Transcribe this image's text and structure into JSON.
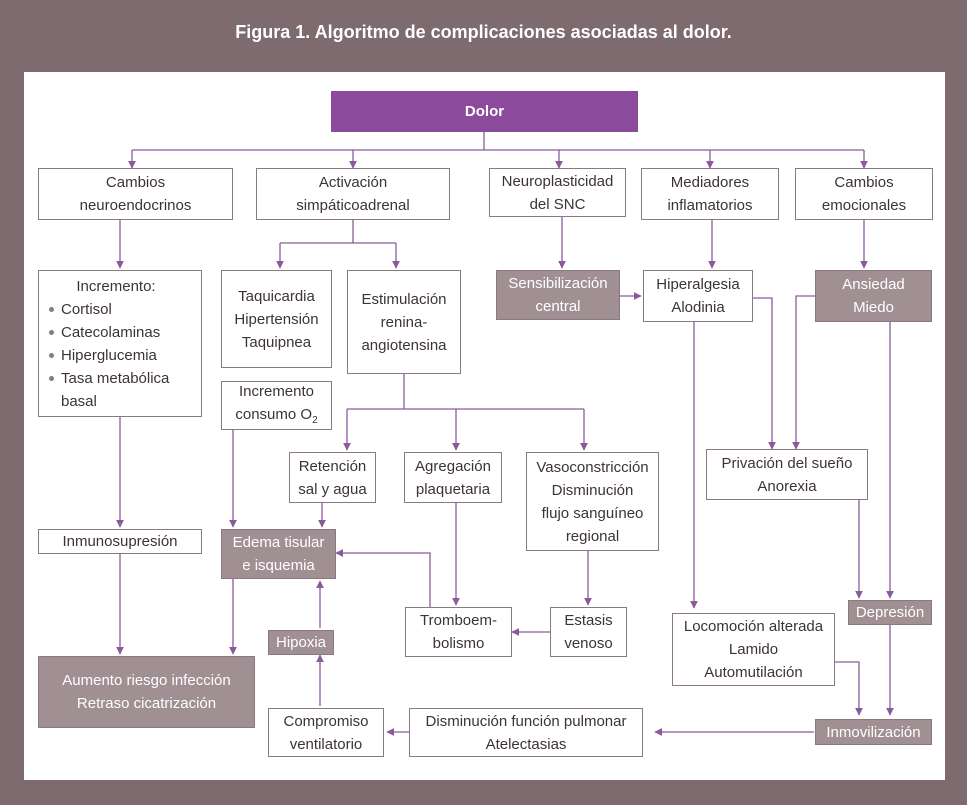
{
  "title": "Figura 1. Algoritmo de complicaciones asociadas al dolor.",
  "colors": {
    "frame": "#7d6b70",
    "accent": "#8b4a9c",
    "shaded": "#a08f93",
    "line": "#8a7a80"
  },
  "nodes": {
    "dolor": "Dolor",
    "cambios_neuro": [
      "Cambios",
      "neuroendocrinos"
    ],
    "activacion": [
      "Activación",
      "simpáticoadrenal"
    ],
    "neuroplasticidad": [
      "Neuroplasticidad",
      "del SNC"
    ],
    "mediadores": [
      "Mediadores",
      "inflamatorios"
    ],
    "cambios_emoc": [
      "Cambios",
      "emocionales"
    ],
    "incremento_hdr": "Incremento:",
    "incremento_items": [
      "Cortisol",
      "Catecolaminas",
      "Hiperglucemia",
      "Tasa metabólica basal"
    ],
    "taqui": [
      "Taquicardia",
      "Hipertensión",
      "Taquipnea"
    ],
    "estimulacion": [
      "Estimulación",
      "renina-",
      "angiotensina"
    ],
    "sensibilizacion": [
      "Sensibilización",
      "central"
    ],
    "hiperalgesia": [
      "Hiperalgesia",
      "Alodinia"
    ],
    "ansiedad": [
      "Ansiedad",
      "Miedo"
    ],
    "incremento_o2_line1": "Incremento",
    "incremento_o2_line2": "consumo O",
    "incremento_o2_sub": "2",
    "retencion": [
      "Retención",
      "sal y agua"
    ],
    "agregacion": [
      "Agregación",
      "plaquetaria"
    ],
    "vasoconstriccion": [
      "Vasoconstricción",
      "Disminución",
      "flujo sanguíneo",
      "regional"
    ],
    "privacion": [
      "Privación del sueño",
      "Anorexia"
    ],
    "inmunosupresion": "Inmunosupresión",
    "edema": [
      "Edema tisular",
      "e isquemia"
    ],
    "depresion": "Depresión",
    "tromboembolismo": [
      "Tromboem-",
      "bolismo"
    ],
    "estasis": [
      "Estasis",
      "venoso"
    ],
    "hipoxia": "Hipoxia",
    "locomocion": [
      "Locomoción alterada",
      "Lamido",
      "Automutilación"
    ],
    "aumento_riesgo": [
      "Aumento riesgo infección",
      "Retraso cicatrización"
    ],
    "compromiso": [
      "Compromiso",
      "ventilatorio"
    ],
    "disminucion_pulm": [
      "Disminución función pulmonar",
      "Atelectasias"
    ],
    "inmovilizacion": "Inmovilización"
  }
}
